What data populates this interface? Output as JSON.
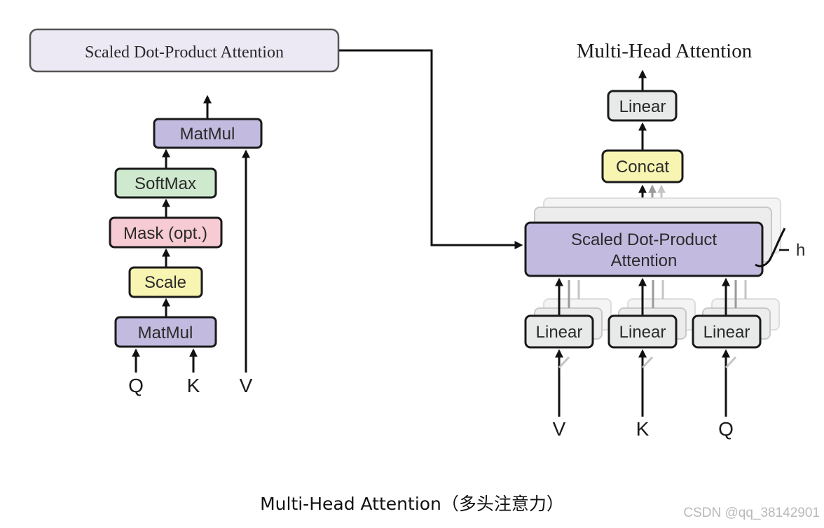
{
  "left": {
    "title_box": "Scaled Dot-Product Attention",
    "nodes": {
      "matmul_top": "MatMul",
      "softmax": "SoftMax",
      "mask": "Mask (opt.)",
      "scale": "Scale",
      "matmul_bottom": "MatMul"
    },
    "inputs": [
      "Q",
      "K",
      "V"
    ]
  },
  "right": {
    "title": "Multi-Head Attention",
    "linear_top": "Linear",
    "concat": "Concat",
    "sdpa_line1": "Scaled Dot-Product",
    "sdpa_line2": "Attention",
    "heads_label": "h",
    "linears": [
      "Linear",
      "Linear",
      "Linear"
    ],
    "inputs": [
      "V",
      "K",
      "Q"
    ]
  },
  "caption": "Multi-Head Attention（多头注意力）",
  "watermark": "CSDN @qq_38142901",
  "colors": {
    "matmul": "#c2badf",
    "softmax": "#cfe9cf",
    "mask": "#f6cbd3",
    "scale": "#f8f4b2",
    "concat": "#f8f4b2",
    "linear": "#e8eaea",
    "title_box": "#ece8f4",
    "sdpa": "#c2badf"
  }
}
